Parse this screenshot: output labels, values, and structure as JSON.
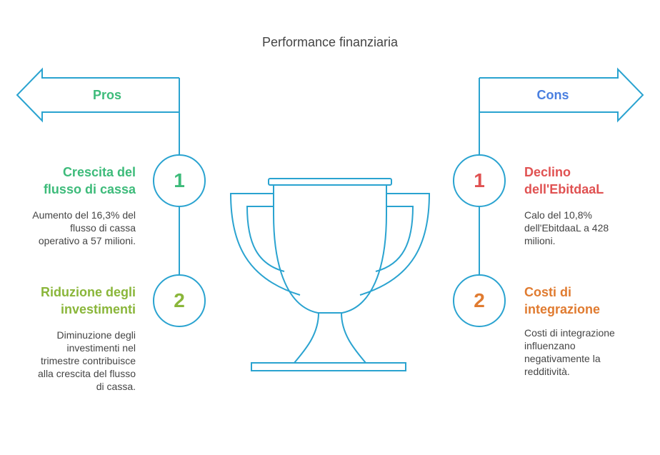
{
  "title": "Performance finanziaria",
  "colors": {
    "stroke": "#2aa3d0",
    "pros": "#3dbb7a",
    "cons": "#4a7fe0",
    "green": "#3dbb7a",
    "olive": "#8ab63a",
    "red": "#e05252",
    "orange": "#e07b30"
  },
  "pros": {
    "label": "Pros",
    "items": [
      {
        "number": "1",
        "heading": "Crescita del\nflusso di cassa",
        "text": "Aumento del 16,3% del\nflusso di cassa\noperativo a 57 milioni."
      },
      {
        "number": "2",
        "heading": "Riduzione degli\ninvestimenti",
        "text": "Diminuzione degli\ninvestimenti nel\ntrimestre contribuisce\nalla crescita del flusso\ndi cassa."
      }
    ]
  },
  "cons": {
    "label": "Cons",
    "items": [
      {
        "number": "1",
        "heading": "Declino\ndell'EbitdaaL",
        "text": "Calo del 10,8%\ndell'EbitdaaL a 428\nmilioni."
      },
      {
        "number": "2",
        "heading": "Costi di\nintegrazione",
        "text": "Costi di integrazione\ninfluenzano\nnegativamente la\nredditività."
      }
    ]
  },
  "icons": {
    "center": "trophy-icon",
    "left_arrow": "arrow-left-icon",
    "right_arrow": "arrow-right-icon"
  }
}
